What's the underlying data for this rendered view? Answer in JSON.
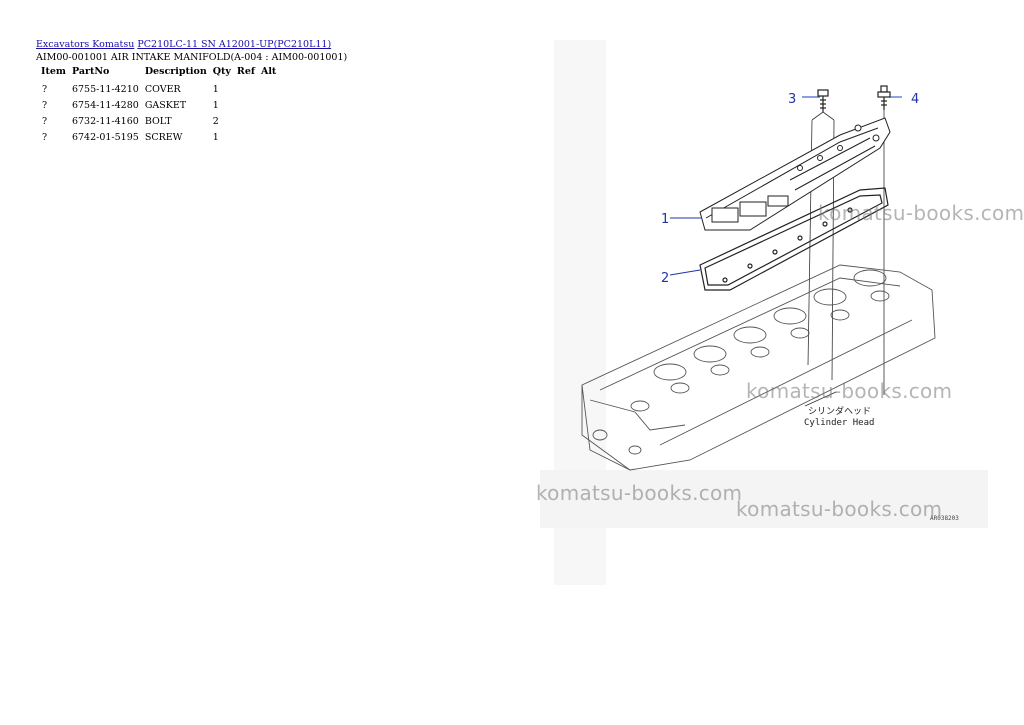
{
  "breadcrumb": {
    "link1": "Excavators Komatsu",
    "link2": "PC210LC-11 SN A12001-UP(PC210L11)"
  },
  "subtitle": "AIM00-001001 AIR INTAKE MANIFOLD(A-004 : AIM00-001001)",
  "table": {
    "headers": [
      "Item",
      "PartNo",
      "Description",
      "Qty",
      "Ref",
      "Alt"
    ],
    "rows": [
      {
        "item": "?",
        "partno": "6755-11-4210",
        "description": "COVER",
        "qty": "1",
        "ref": "",
        "alt": ""
      },
      {
        "item": "?",
        "partno": "6754-11-4280",
        "description": "GASKET",
        "qty": "1",
        "ref": "",
        "alt": ""
      },
      {
        "item": "?",
        "partno": "6732-11-4160",
        "description": "BOLT",
        "qty": "2",
        "ref": "",
        "alt": ""
      },
      {
        "item": "?",
        "partno": "6742-01-5195",
        "description": "SCREW",
        "qty": "1",
        "ref": "",
        "alt": ""
      }
    ]
  },
  "diagram": {
    "callouts": [
      "1",
      "2",
      "3",
      "4"
    ],
    "label_jp": "シリンダヘッド",
    "label_en": "Cylinder Head",
    "code": "AR038203"
  },
  "watermarks": [
    "komatsu-books.com",
    "komatsu-books.com",
    "komatsu-books.com",
    "komatsu-books.com"
  ]
}
